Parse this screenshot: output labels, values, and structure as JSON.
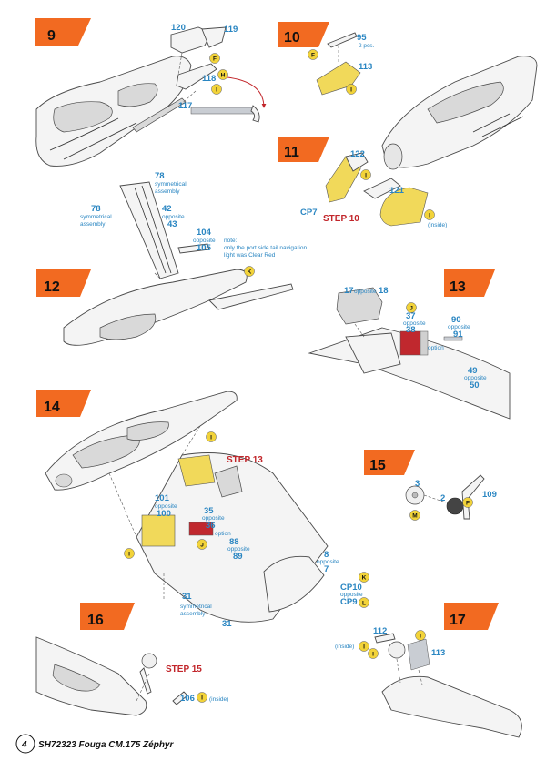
{
  "steps": [
    {
      "number": "9",
      "labels": [
        "120",
        "119",
        "118",
        "117"
      ]
    },
    {
      "number": "10",
      "labels": [
        "95",
        "2 pcs.",
        "113"
      ]
    },
    {
      "number": "11",
      "labels": [
        "122",
        "121",
        "CP7",
        "STEP 10",
        "(inside)"
      ]
    },
    {
      "number": "12",
      "labels": [
        "78",
        "symmetrical",
        "assembly",
        "78",
        "symmetrical",
        "assembly",
        "42",
        "opposite",
        "43",
        "104",
        "opposite",
        "105",
        "note:",
        "only the port side tail navigation",
        "light was Clear Red"
      ]
    },
    {
      "number": "13",
      "labels": [
        "17",
        "opposite",
        "18",
        "37",
        "opposite",
        "38",
        "90",
        "opposite",
        "91",
        "option",
        "49",
        "opposite",
        "50"
      ]
    },
    {
      "number": "14",
      "labels": [
        "STEP 13",
        "101",
        "opposite",
        "100",
        "35",
        "opposite",
        "36",
        "option",
        "88",
        "opposite",
        "89",
        "8",
        "opposite",
        "7",
        "CP10",
        "opposite",
        "CP9",
        "31",
        "symmetrical",
        "assembly",
        "31"
      ]
    },
    {
      "number": "15",
      "labels": [
        "3",
        "2",
        "109"
      ]
    },
    {
      "number": "16",
      "labels": [
        "STEP 15",
        "106",
        "(inside)"
      ]
    },
    {
      "number": "17",
      "labels": [
        "112",
        "(inside)",
        "113"
      ]
    }
  ],
  "markers": [
    "F",
    "H",
    "I",
    "I",
    "F",
    "I",
    "I",
    "I",
    "I",
    "K",
    "J",
    "I",
    "J",
    "K",
    "L",
    "M",
    "F",
    "I",
    "I",
    "I"
  ],
  "footer": {
    "page_number": "4",
    "text": "SH72323 Fouga CM.175 Zéphyr"
  },
  "colors": {
    "badge": "#f26a21",
    "part_label": "#2a86c2",
    "step_ref": "#c2262b",
    "marker": "#f2d33a",
    "highlight": "#f1d95a",
    "red_part": "#c0282e"
  }
}
